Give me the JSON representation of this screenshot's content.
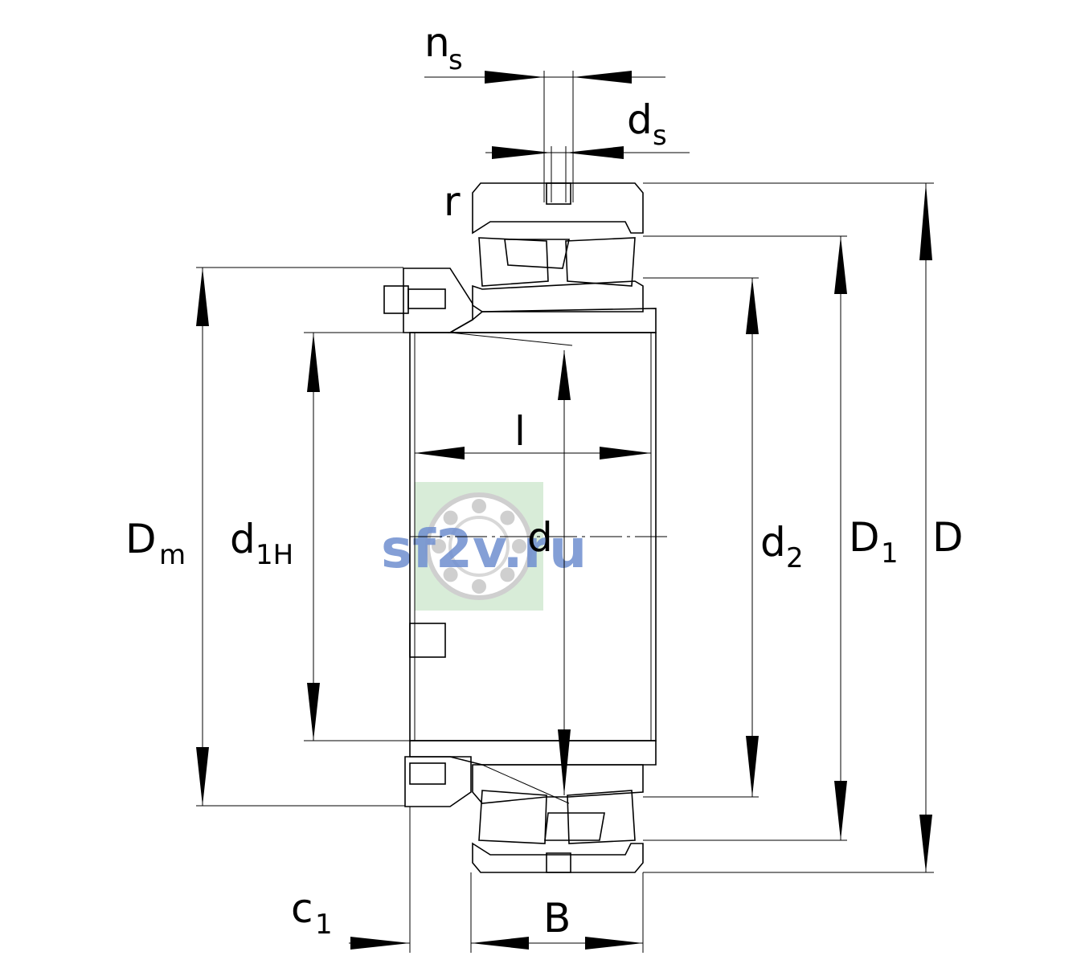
{
  "labels": {
    "ns_main": "n",
    "ns_sub": "s",
    "ds_main": "d",
    "ds_sub": "s",
    "r": "r",
    "l": "l",
    "d": "d",
    "Dm_main": "D",
    "Dm_sub": "m",
    "d1H_main": "d",
    "d1H_sub": "1H",
    "d2_main": "d",
    "d2_sub": "2",
    "D1_main": "D",
    "D1_sub": "1",
    "D": "D",
    "c1_main": "c",
    "c1_sub": "1",
    "B": "B"
  },
  "watermark": {
    "text": "sf2v.ru",
    "color": "#6f8fd0",
    "logo_bg": "#d8ecd8",
    "ball_color": "#cfcfcf"
  }
}
